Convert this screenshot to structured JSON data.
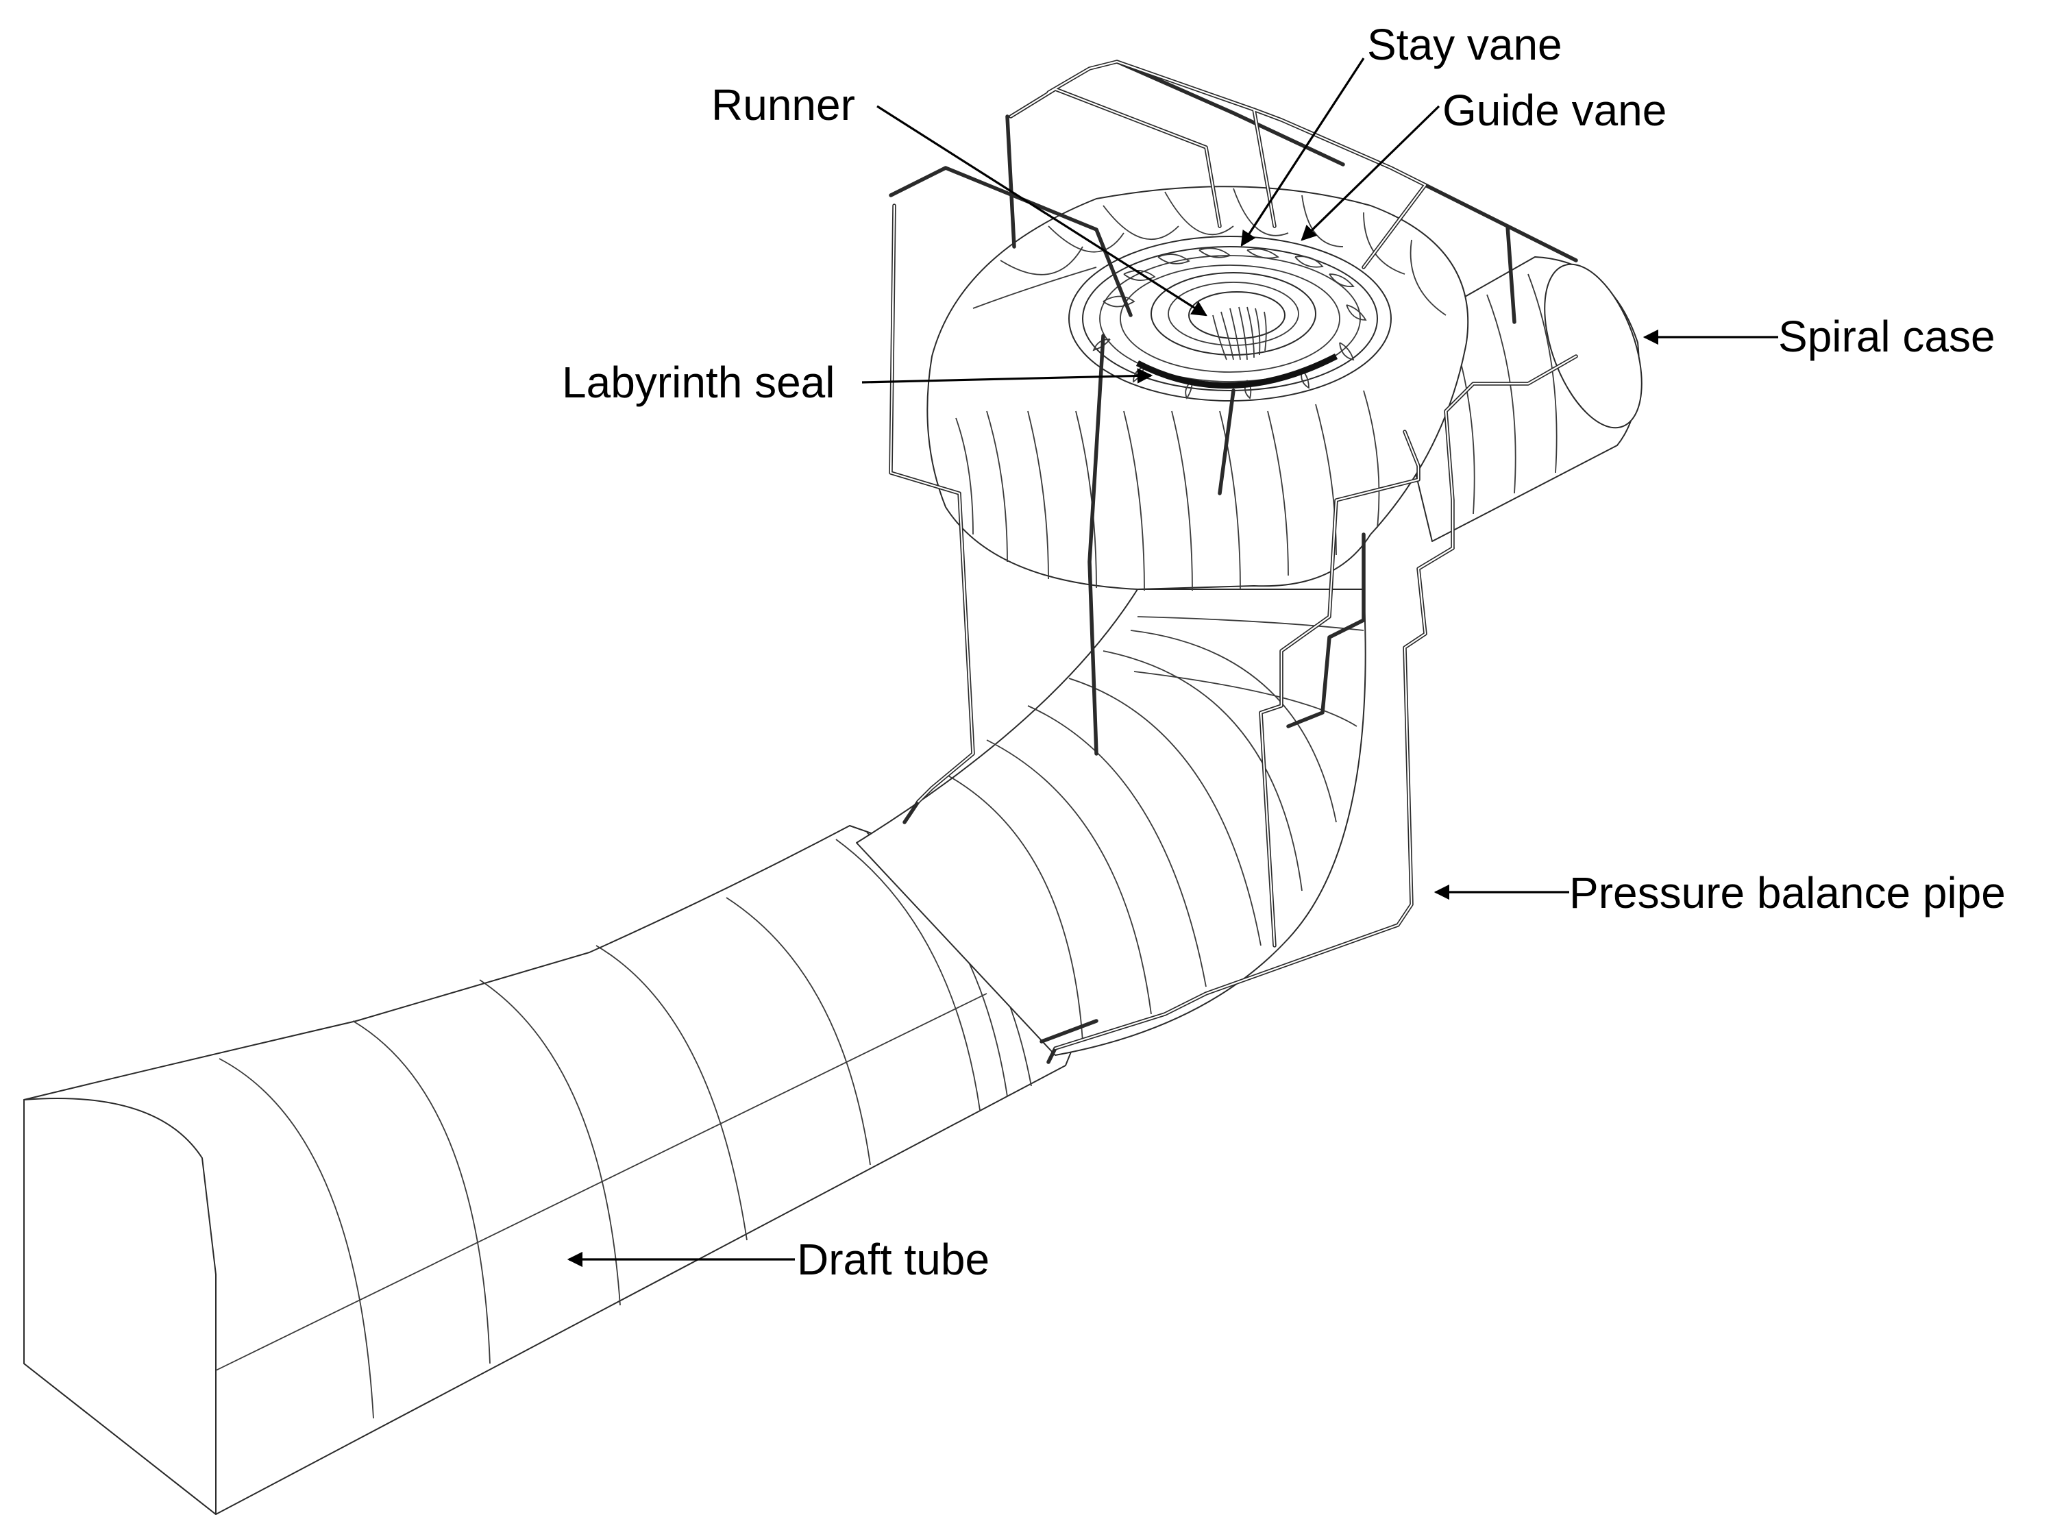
{
  "labels": {
    "stay_vane": "Stay vane",
    "guide_vane": "Guide vane",
    "runner": "Runner",
    "spiral_case": "Spiral case",
    "labyrinth_seal": "Labyrinth seal",
    "pressure_balance_pipe": "Pressure balance pipe",
    "draft_tube": "Draft tube"
  },
  "colors": {
    "line": "#2a2a2a",
    "background": "#ffffff",
    "text": "#000000"
  }
}
